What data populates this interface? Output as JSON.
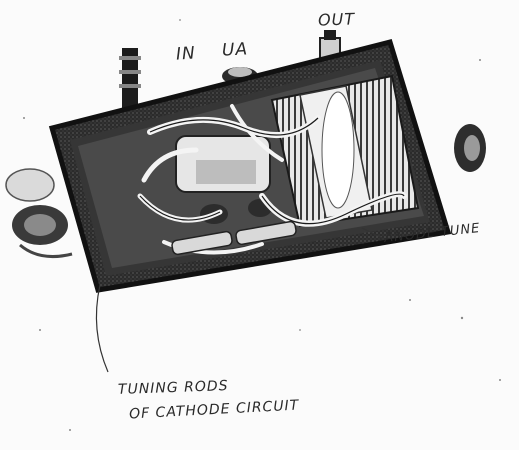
{
  "labels": {
    "out": "OUT",
    "in": "IN",
    "ua": "UA",
    "anode_tune": "ANODE TUNE",
    "caption_line1": "TUNING RODS",
    "caption_line2": "OF CATHODE CIRCUIT"
  },
  "colors": {
    "ink": "#1c1c1c",
    "paper": "#fbfbfb",
    "midtone": "#6a6a6a",
    "light": "#d8d8d8"
  }
}
